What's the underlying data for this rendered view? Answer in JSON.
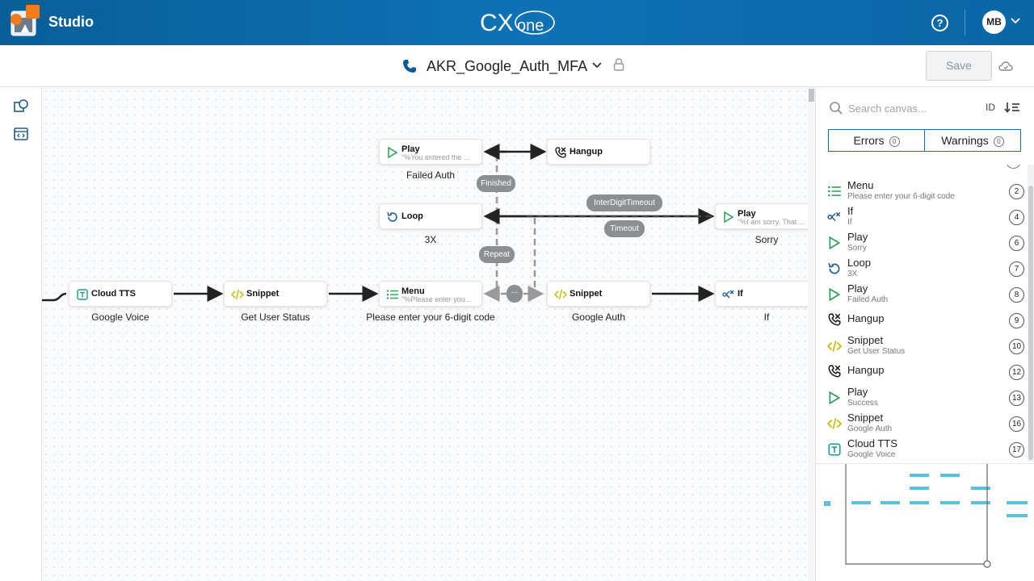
{
  "header": {
    "app_name": "Studio",
    "brand": "CX one",
    "help": "?",
    "user_initials": "MB"
  },
  "titlebar": {
    "script_name": "AKR_Google_Auth_MFA",
    "save_label": "Save"
  },
  "canvas": {
    "nodes": {
      "play_failed": {
        "type": "Play",
        "sub": "\"%You entered the ...",
        "caption": "Failed Auth"
      },
      "hangup_top": {
        "type": "Hangup"
      },
      "loop": {
        "type": "Loop",
        "caption": "3X"
      },
      "play_sorry": {
        "type": "Play",
        "sub": "\"%I am sorry. That ...",
        "caption": "Sorry"
      },
      "cloud_tts": {
        "type": "Cloud TTS",
        "caption": "Google Voice"
      },
      "snippet_user": {
        "type": "Snippet",
        "caption": "Get User Status"
      },
      "menu": {
        "type": "Menu",
        "sub": "\"%Please enter you...",
        "caption": "Please enter your 6-digit code"
      },
      "snippet_auth": {
        "type": "Snippet",
        "caption": "Google Auth"
      },
      "if_node": {
        "type": "If",
        "caption": "If"
      }
    },
    "pills": {
      "finished": "Finished",
      "repeat": "Repeat",
      "interdigit": "InterDigitTimeout",
      "timeout": "Timeout",
      "more": "..."
    }
  },
  "panel": {
    "search_placeholder": "Search canvas...",
    "sort_label": "ID",
    "errors": {
      "label": "Errors",
      "count": "0"
    },
    "warnings": {
      "label": "Warnings",
      "count": "0"
    },
    "items": [
      {
        "title": "Menu",
        "sub": "Please enter your 6-digit code",
        "id": "2",
        "icon": "menu-icon"
      },
      {
        "title": "If",
        "sub": "If",
        "id": "4",
        "icon": "if-icon"
      },
      {
        "title": "Play",
        "sub": "Sorry",
        "id": "6",
        "icon": "play-icon"
      },
      {
        "title": "Loop",
        "sub": "3X",
        "id": "7",
        "icon": "loop-icon"
      },
      {
        "title": "Play",
        "sub": "Failed Auth",
        "id": "8",
        "icon": "play-icon"
      },
      {
        "title": "Hangup",
        "sub": "",
        "id": "9",
        "icon": "hangup-icon"
      },
      {
        "title": "Snippet",
        "sub": "Get User Status",
        "id": "10",
        "icon": "snippet-icon"
      },
      {
        "title": "Hangup",
        "sub": "",
        "id": "12",
        "icon": "hangup-icon"
      },
      {
        "title": "Play",
        "sub": "Success",
        "id": "13",
        "icon": "play-icon"
      },
      {
        "title": "Snippet",
        "sub": "Google Auth",
        "id": "16",
        "icon": "snippet-icon"
      },
      {
        "title": "Cloud TTS",
        "sub": "Google Voice",
        "id": "17",
        "icon": "cloud-tts-icon"
      }
    ]
  },
  "colors": {
    "header_blue": "#0d72b4",
    "play_green": "#2e9d5b",
    "snippet_yellow": "#c9b800",
    "tts_teal": "#1a9b8f",
    "minimap_blue": "#5bc0de"
  }
}
